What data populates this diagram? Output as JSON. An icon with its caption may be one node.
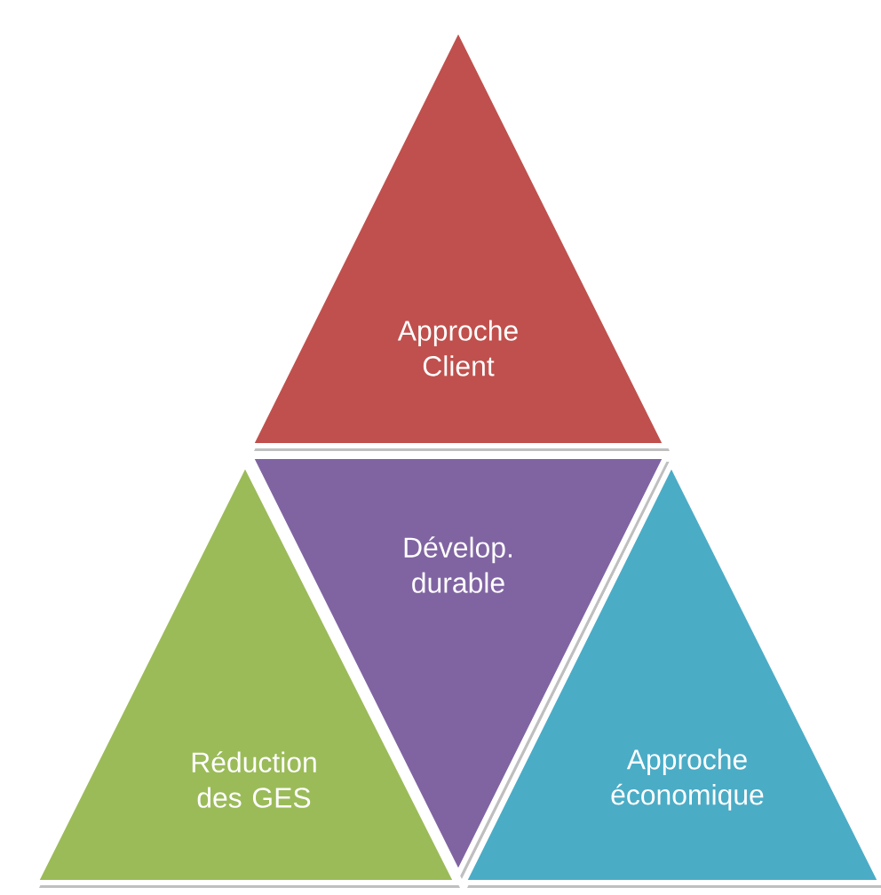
{
  "diagram": {
    "nodes": [
      {
        "text": [
          "Approche Client"
        ]
      },
      {
        "text": [
          "Dévelop. durable"
        ]
      },
      {
        "text": [
          "Réduction des GES"
        ]
      },
      {
        "text": [
          "Approche économique"
        ]
      }
    ]
  }
}
